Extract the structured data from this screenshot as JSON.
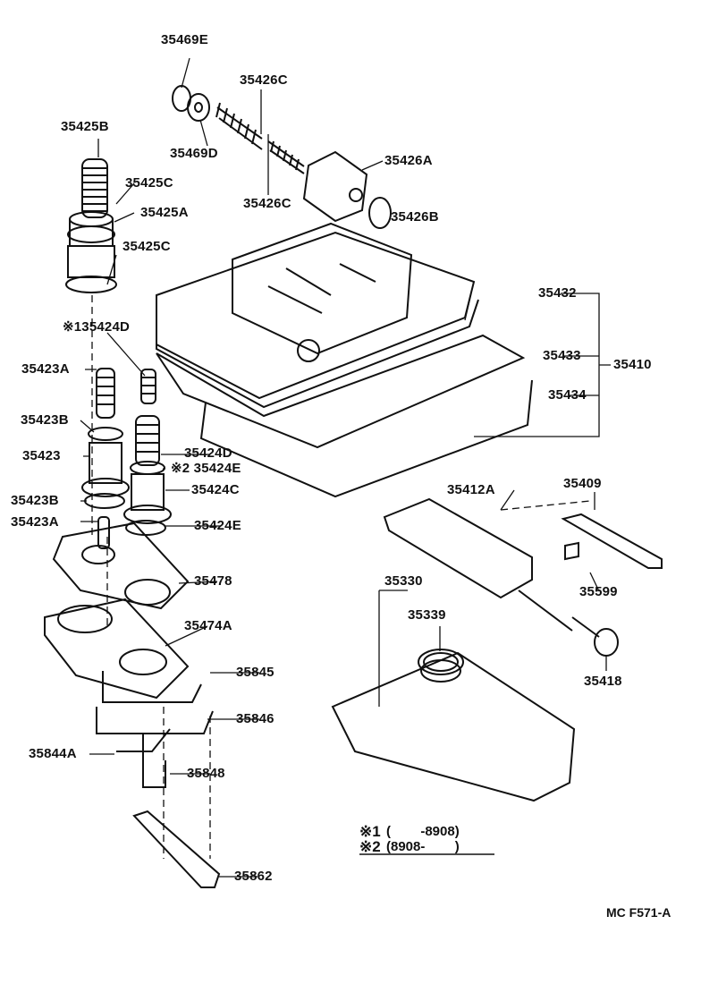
{
  "diagram": {
    "part_labels": [
      "35469E",
      "35426C",
      "35425B",
      "35469D",
      "35426A",
      "35425C",
      "35425A",
      "35426B",
      "35425C",
      "35432",
      "※135424D",
      "35433",
      "35410",
      "35423A",
      "35434",
      "35423B",
      "35423",
      "35424D",
      "※2 35424E",
      "35424C",
      "35412A",
      "35409",
      "35423B",
      "35423A",
      "35424E",
      "35478",
      "35330",
      "35599",
      "35339",
      "35474A",
      "35845",
      "35418",
      "35846",
      "35844A",
      "35848",
      "35862",
      "35426C"
    ],
    "notes": {
      "note1_mark": "※1",
      "note1_range": "(        -8908)",
      "note2_mark": "※2",
      "note2_range": "(8908-        )"
    },
    "figure_code": "MC F571-A"
  }
}
